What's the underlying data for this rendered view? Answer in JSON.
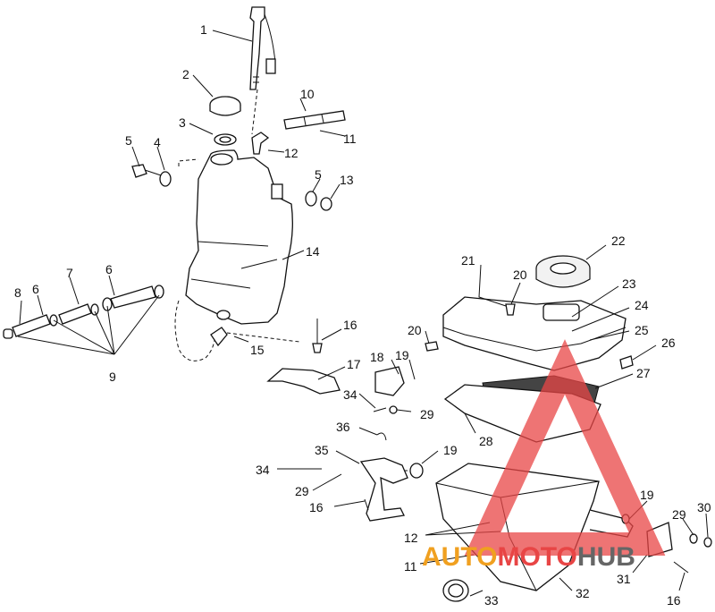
{
  "callouts": {
    "c1": "1",
    "c2": "2",
    "c3": "3",
    "c4": "4",
    "c5a": "5",
    "c5b": "5",
    "c6a": "6",
    "c6b": "6",
    "c7": "7",
    "c8": "8",
    "c9": "9",
    "c10": "10",
    "c11a": "11",
    "c11b": "11",
    "c12a": "12",
    "c12b": "12",
    "c13": "13",
    "c14": "14",
    "c15": "15",
    "c16a": "16",
    "c16b": "16",
    "c16c": "16",
    "c17": "17",
    "c18": "18",
    "c19a": "19",
    "c19b": "19",
    "c19c": "19",
    "c20a": "20",
    "c20b": "20",
    "c21": "21",
    "c22": "22",
    "c23": "23",
    "c24": "24",
    "c25": "25",
    "c26": "26",
    "c27": "27",
    "c28": "28",
    "c29a": "29",
    "c29b": "29",
    "c29c": "29",
    "c30": "30",
    "c31": "31",
    "c32": "32",
    "c33": "33",
    "c34a": "34",
    "c34b": "34",
    "c35": "35",
    "c36": "36"
  },
  "watermark": {
    "part1": "AUTO",
    "part2": "MOTO",
    "part3": "HUB",
    "colors": {
      "auto": "#f0a020",
      "moto": "#e84545",
      "hub": "#666666",
      "triangle": "#e84545"
    }
  }
}
